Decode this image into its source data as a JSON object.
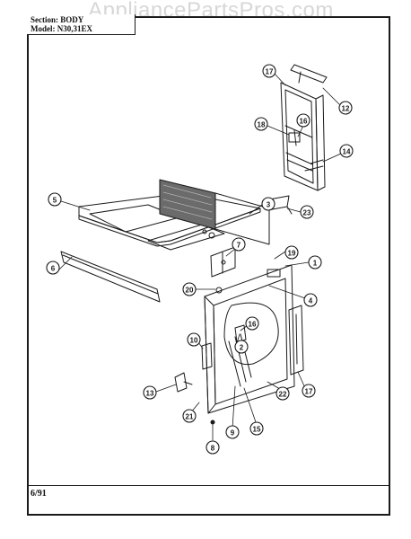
{
  "watermark": "AppliancePartsPros.com",
  "title_block": {
    "section": "Section:   BODY",
    "model": "Model:  N30,31EX"
  },
  "date_code": "6/91",
  "callouts": [
    {
      "id": "c17a",
      "label": "17",
      "name": "callout-17-top"
    },
    {
      "id": "c12",
      "label": "12",
      "name": "callout-12"
    },
    {
      "id": "c18",
      "label": "18",
      "name": "callout-18"
    },
    {
      "id": "c16a",
      "label": "16",
      "name": "callout-16-top"
    },
    {
      "id": "c14",
      "label": "14",
      "name": "callout-14"
    },
    {
      "id": "c5",
      "label": "5",
      "name": "callout-5"
    },
    {
      "id": "c3",
      "label": "3",
      "name": "callout-3"
    },
    {
      "id": "c23",
      "label": "23",
      "name": "callout-23"
    },
    {
      "id": "c7",
      "label": "7",
      "name": "callout-7"
    },
    {
      "id": "c19",
      "label": "19",
      "name": "callout-19"
    },
    {
      "id": "c6",
      "label": "6",
      "name": "callout-6"
    },
    {
      "id": "c1",
      "label": "1",
      "name": "callout-1"
    },
    {
      "id": "c20",
      "label": "20",
      "name": "callout-20"
    },
    {
      "id": "c4",
      "label": "4",
      "name": "callout-4"
    },
    {
      "id": "c16b",
      "label": "16",
      "name": "callout-16-door"
    },
    {
      "id": "c2",
      "label": "2",
      "name": "callout-2"
    },
    {
      "id": "c10",
      "label": "10",
      "name": "callout-10"
    },
    {
      "id": "c17b",
      "label": "17",
      "name": "callout-17-door"
    },
    {
      "id": "c13",
      "label": "13",
      "name": "callout-13"
    },
    {
      "id": "c21",
      "label": "21",
      "name": "callout-21"
    },
    {
      "id": "c9",
      "label": "9",
      "name": "callout-9"
    },
    {
      "id": "c15",
      "label": "15",
      "name": "callout-15"
    },
    {
      "id": "c22",
      "label": "22",
      "name": "callout-22"
    },
    {
      "id": "c8",
      "label": "8",
      "name": "callout-8"
    }
  ]
}
